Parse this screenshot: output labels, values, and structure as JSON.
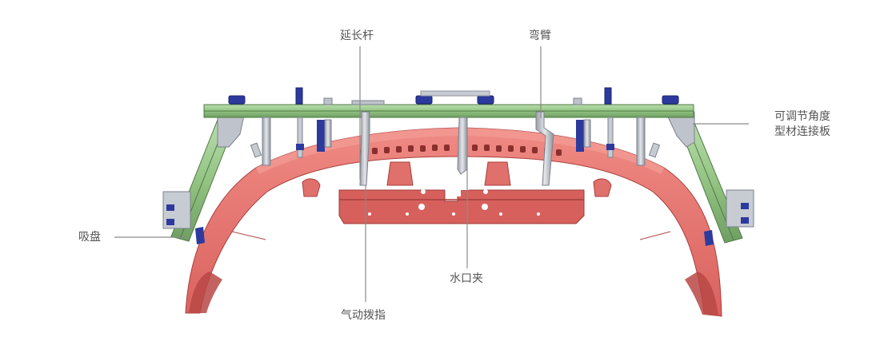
{
  "diagram": {
    "subject": "bumper gripper fixture",
    "colors": {
      "part": "#e2706c",
      "part_dark": "#b84a48",
      "frame": "#9ccc8c",
      "frame_dark": "#5f8f52",
      "actuator": "#2c3a9e",
      "metal": "#b8bcc4",
      "leader": "#8a8a8a",
      "label": "#555555"
    },
    "labels": {
      "extension_rod": "延长杆",
      "bent_arm": "弯臂",
      "adjustable_plate": "可调节角度\n型材连接板",
      "suction_cup": "吸盘",
      "water_gate_clamp": "水口夹",
      "pneumatic_finger": "气动拨指"
    }
  }
}
